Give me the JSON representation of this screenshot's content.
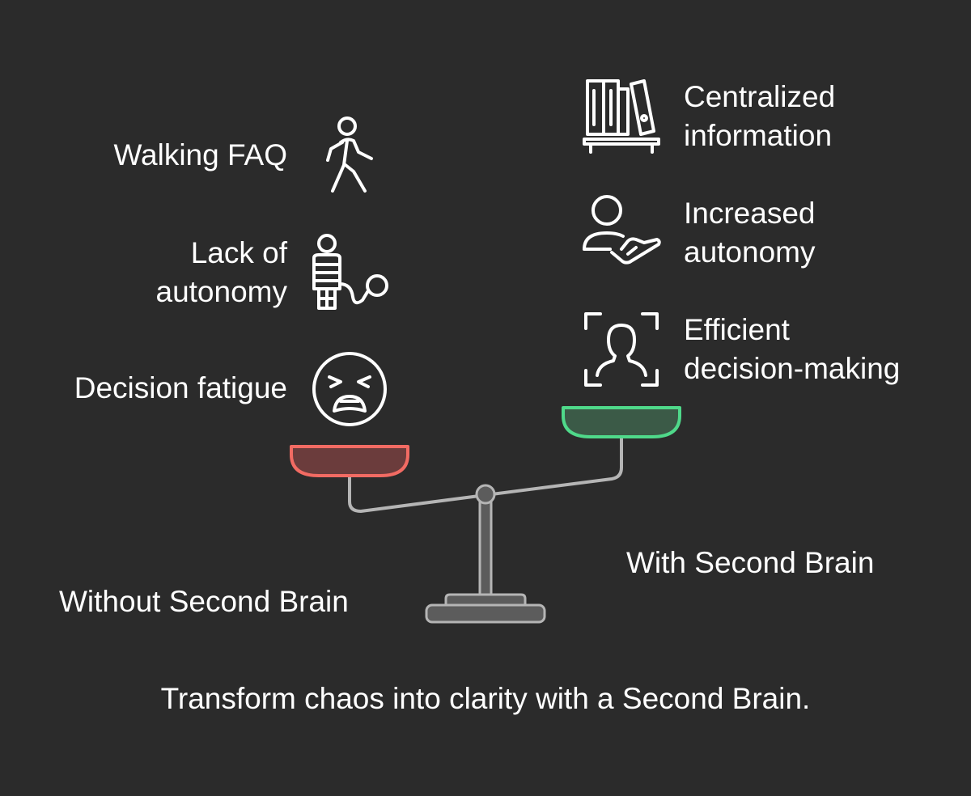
{
  "left_side": {
    "title": "Without Second Brain",
    "items": [
      {
        "lines": [
          "Walking FAQ"
        ],
        "icon": "walking-person-icon"
      },
      {
        "lines": [
          "Lack of",
          "autonomy"
        ],
        "icon": "ball-and-chain-prisoner-icon"
      },
      {
        "lines": [
          "Decision fatigue"
        ],
        "icon": "tired-face-icon"
      }
    ]
  },
  "right_side": {
    "title": "With Second Brain",
    "items": [
      {
        "lines": [
          "Centralized",
          "information"
        ],
        "icon": "bookshelf-icon"
      },
      {
        "lines": [
          "Increased",
          "autonomy"
        ],
        "icon": "person-with-hand-icon"
      },
      {
        "lines": [
          "Efficient",
          "decision-making"
        ],
        "icon": "face-scan-icon"
      }
    ]
  },
  "caption": "Transform chaos into clarity with a Second Brain.",
  "colors": {
    "background": "#2b2b2b",
    "left_pan_fill": "#6b3c3c",
    "left_pan_stroke": "#f26b63",
    "right_pan_fill": "#3b5a47",
    "right_pan_stroke": "#4fd98a",
    "beam": "#b5b5b5",
    "base_fill": "#5c5c5c",
    "icon_stroke": "#ffffff"
  }
}
